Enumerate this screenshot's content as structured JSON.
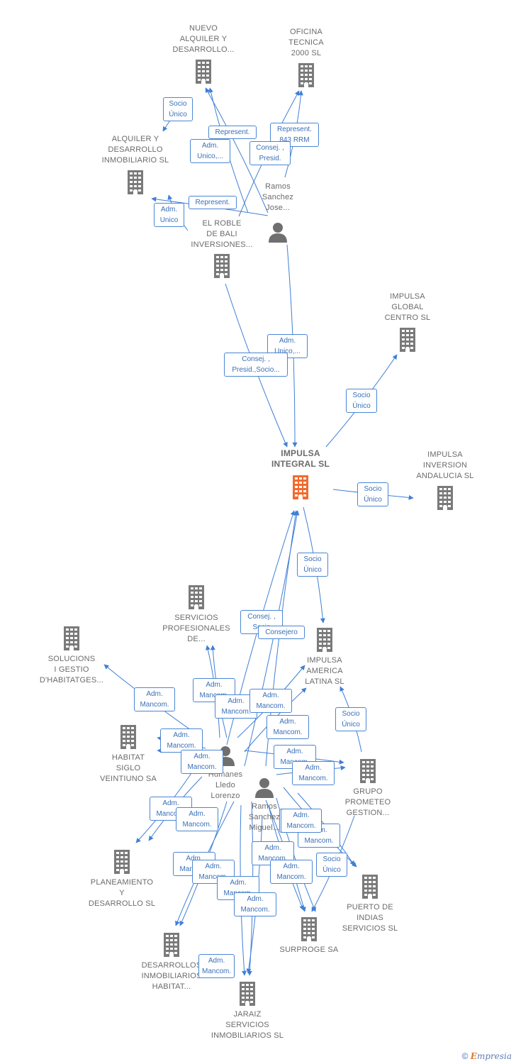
{
  "colors": {
    "edge": "#3f7fd6",
    "building": "#7a7a7a",
    "focus": "#f06b2f",
    "person": "#6f6f6f"
  },
  "nodes": [
    {
      "id": "nuevo",
      "type": "company",
      "label": "NUEVO\nALQUILER Y\nDESARROLLO..."
    },
    {
      "id": "oficina",
      "type": "company",
      "label": "OFICINA\nTECNICA\n2000 SL"
    },
    {
      "id": "alquiler",
      "type": "company",
      "label": "ALQUILER Y\nDESARROLLO\nINMOBILIARIO SL"
    },
    {
      "id": "ramos_jose",
      "type": "person",
      "label": "Ramos\nSanchez\nJose..."
    },
    {
      "id": "roble",
      "type": "company",
      "label": "EL ROBLE\nDE BALI\nINVERSIONES..."
    },
    {
      "id": "global",
      "type": "company",
      "label": "IMPULSA\nGLOBAL\nCENTRO SL"
    },
    {
      "id": "integral",
      "type": "focus",
      "label": "IMPULSA\nINTEGRAL SL"
    },
    {
      "id": "andalucia",
      "type": "company",
      "label": "IMPULSA\nINVERSION\nANDALUCIA SL"
    },
    {
      "id": "servicios",
      "type": "company",
      "label": "SERVICIOS\nPROFESIONALES\nDE..."
    },
    {
      "id": "solucions",
      "type": "company",
      "label": "SOLUCIONS\nI GESTIO\nD'HABITATGES..."
    },
    {
      "id": "america",
      "type": "company",
      "label": "IMPULSA\nAMERICA\nLATINA SL"
    },
    {
      "id": "habitat",
      "type": "company",
      "label": "HABITAT\nSIGLO\nVEINTIUNO SA"
    },
    {
      "id": "humanes",
      "type": "person",
      "label": "Humanes\nLledo\nLorenzo"
    },
    {
      "id": "ramos_miguel",
      "type": "person",
      "label": "Ramos\nSanchez\nMiguel..."
    },
    {
      "id": "prometeo",
      "type": "company",
      "label": "GRUPO\nPROMETEO\nGESTION..."
    },
    {
      "id": "planeamiento",
      "type": "company",
      "label": "PLANEAMIENTO\nY\nDESARROLLO SL"
    },
    {
      "id": "indias",
      "type": "company",
      "label": "PUERTO DE\nINDIAS\nSERVICIOS SL"
    },
    {
      "id": "surproge",
      "type": "company",
      "label": "SURPROGE SA"
    },
    {
      "id": "desarrollos",
      "type": "company",
      "label": "DESARROLLOS\nINMOBILIARIOS\nHABITAT..."
    },
    {
      "id": "jaraiz",
      "type": "company",
      "label": "JARAIZ\nSERVICIOS\nINMOBILIARIOS SL"
    }
  ],
  "relations": [
    "Socio\nÚnico",
    "Represent.",
    "Adm.\nUnico,...",
    "Represent.\n843 RRM",
    "Consej. ,\nPresid.",
    "Represent.",
    "Adm.\nUnico",
    "Adm.\nUnico,...",
    "Consej. ,\nPresid.,Socio...",
    "Socio\nÚnico",
    "Socio\nÚnico",
    "Socio\nÚnico",
    "Consej. ,\nSocio",
    "Consejero",
    "Adm.\nMancom.",
    "Adm.\nMancom.",
    "Adm.\nMancom.",
    "Adm.\nMancom.",
    "Adm.\nMancom.",
    "Socio\nÚnico",
    "Adm.\nMancom.",
    "Adm.\nMancom.",
    "Adm.\nMancom.",
    "Adm.\nMancom.",
    "Adm.\nMancom.",
    "Adm.\nMancom.",
    "Adm.\nMancom.",
    "Adm.\nMancom.",
    "Adm.\nMancom.",
    "Adm.\nMancom.",
    "Adm.\nMancom.",
    "Socio\nÚnico",
    "Adm.\nMancom.",
    "Adm.\nMancom.",
    "Adm.\nMancom.",
    "Adm.\nMancom.",
    "Adm.\nMancom.",
    "Socio\nÚnico"
  ],
  "footer": {
    "copyright": "©",
    "brand_first": "E",
    "brand_rest": "mpresia"
  }
}
